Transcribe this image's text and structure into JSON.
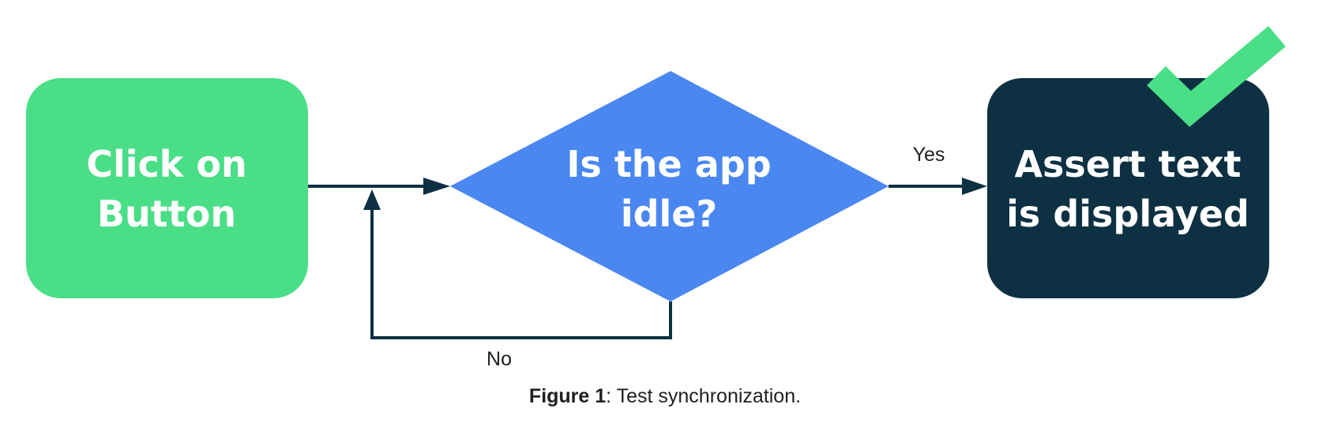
{
  "diagram": {
    "nodes": {
      "start": {
        "line1": "Click on",
        "line2": "Button",
        "shape": "rounded-rectangle",
        "color": "#4ade87"
      },
      "decision": {
        "line1": "Is the app",
        "line2": "idle?",
        "shape": "diamond",
        "color": "#4a87f0"
      },
      "end": {
        "line1": "Assert text",
        "line2": "is displayed",
        "shape": "rounded-rectangle",
        "color": "#0d3042"
      }
    },
    "edges": {
      "yes_label": "Yes",
      "no_label": "No",
      "line_color": "#0d3042"
    },
    "badge": {
      "icon": "checkmark-icon",
      "color": "#4ade87"
    }
  },
  "caption": {
    "label": "Figure 1",
    "text": ": Test synchronization."
  }
}
